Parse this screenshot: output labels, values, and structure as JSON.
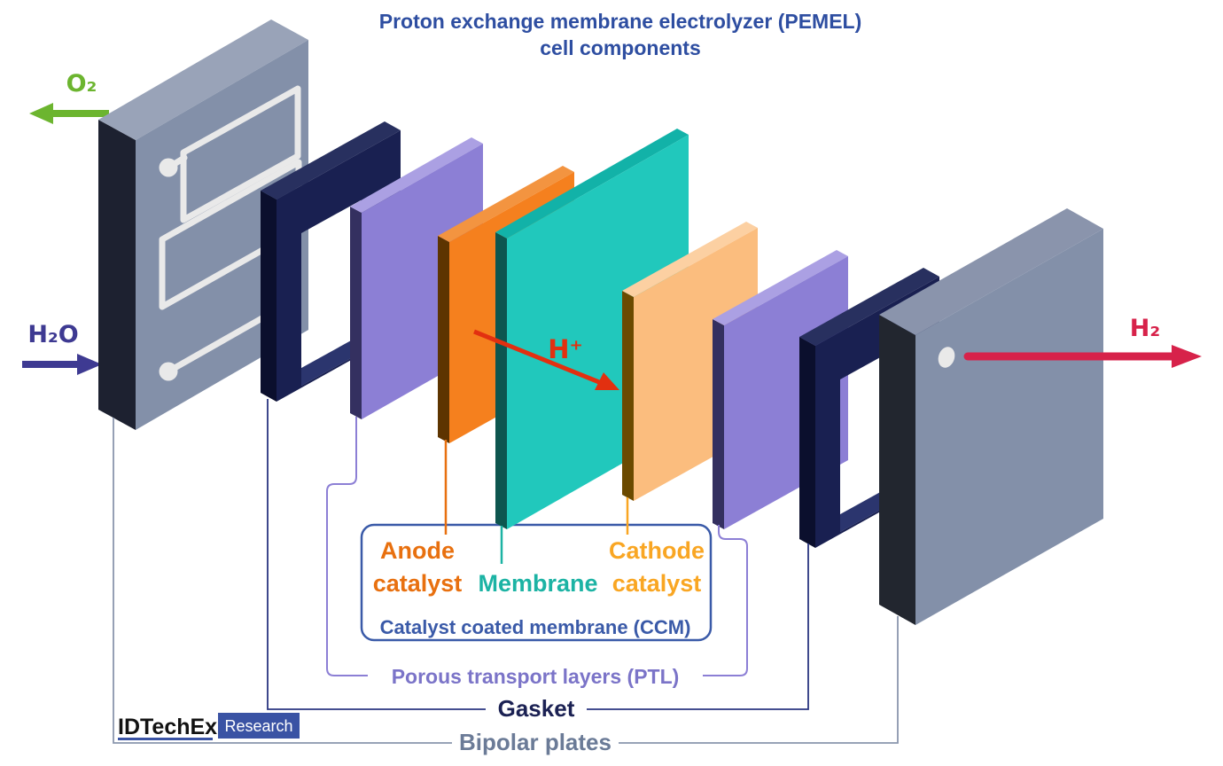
{
  "title": {
    "line1": "Proton exchange membrane electrolyzer (PEMEL)",
    "line2": "cell components"
  },
  "flows": {
    "o2": "O₂",
    "h2o": "H₂O",
    "h2": "H₂",
    "h_plus": "H⁺"
  },
  "ccm_group": {
    "anode_line1": "Anode",
    "anode_line2": "catalyst",
    "membrane": "Membrane",
    "cathode_line1": "Cathode",
    "cathode_line2": "catalyst",
    "caption": "Catalyst coated membrane (CCM)"
  },
  "layer_labels": {
    "ptl": "Porous transport layers (PTL)",
    "gasket": "Gasket",
    "bipolar": "Bipolar plates"
  },
  "logo": {
    "brand": "IDTechEx",
    "badge": "Research"
  },
  "colors": {
    "title_blue": "#2E4EA1",
    "o2_green": "#6CB52F",
    "h2o_indigo": "#3E3A92",
    "h2_crimson": "#D7224A",
    "h_plus_red": "#E23010",
    "bipolar_front": "#8390A9",
    "gasket_navy": "#192051",
    "ptl_purple": "#8C7FD5",
    "anode_orange": "#F5801E",
    "membrane_teal": "#21C8BC",
    "cathode_peach": "#FBBD7E",
    "ccm_border": "#3A5AA8",
    "anode_label": "#E8700F",
    "membrane_label": "#1CB3A4",
    "cathode_label": "#F9A623",
    "ptl_label": "#7B74C8",
    "gasket_label": "#1B2153",
    "bipolar_label": "#6B7B97",
    "logo_blue": "#3A53A4",
    "channel_gray": "#E9E9E9"
  }
}
